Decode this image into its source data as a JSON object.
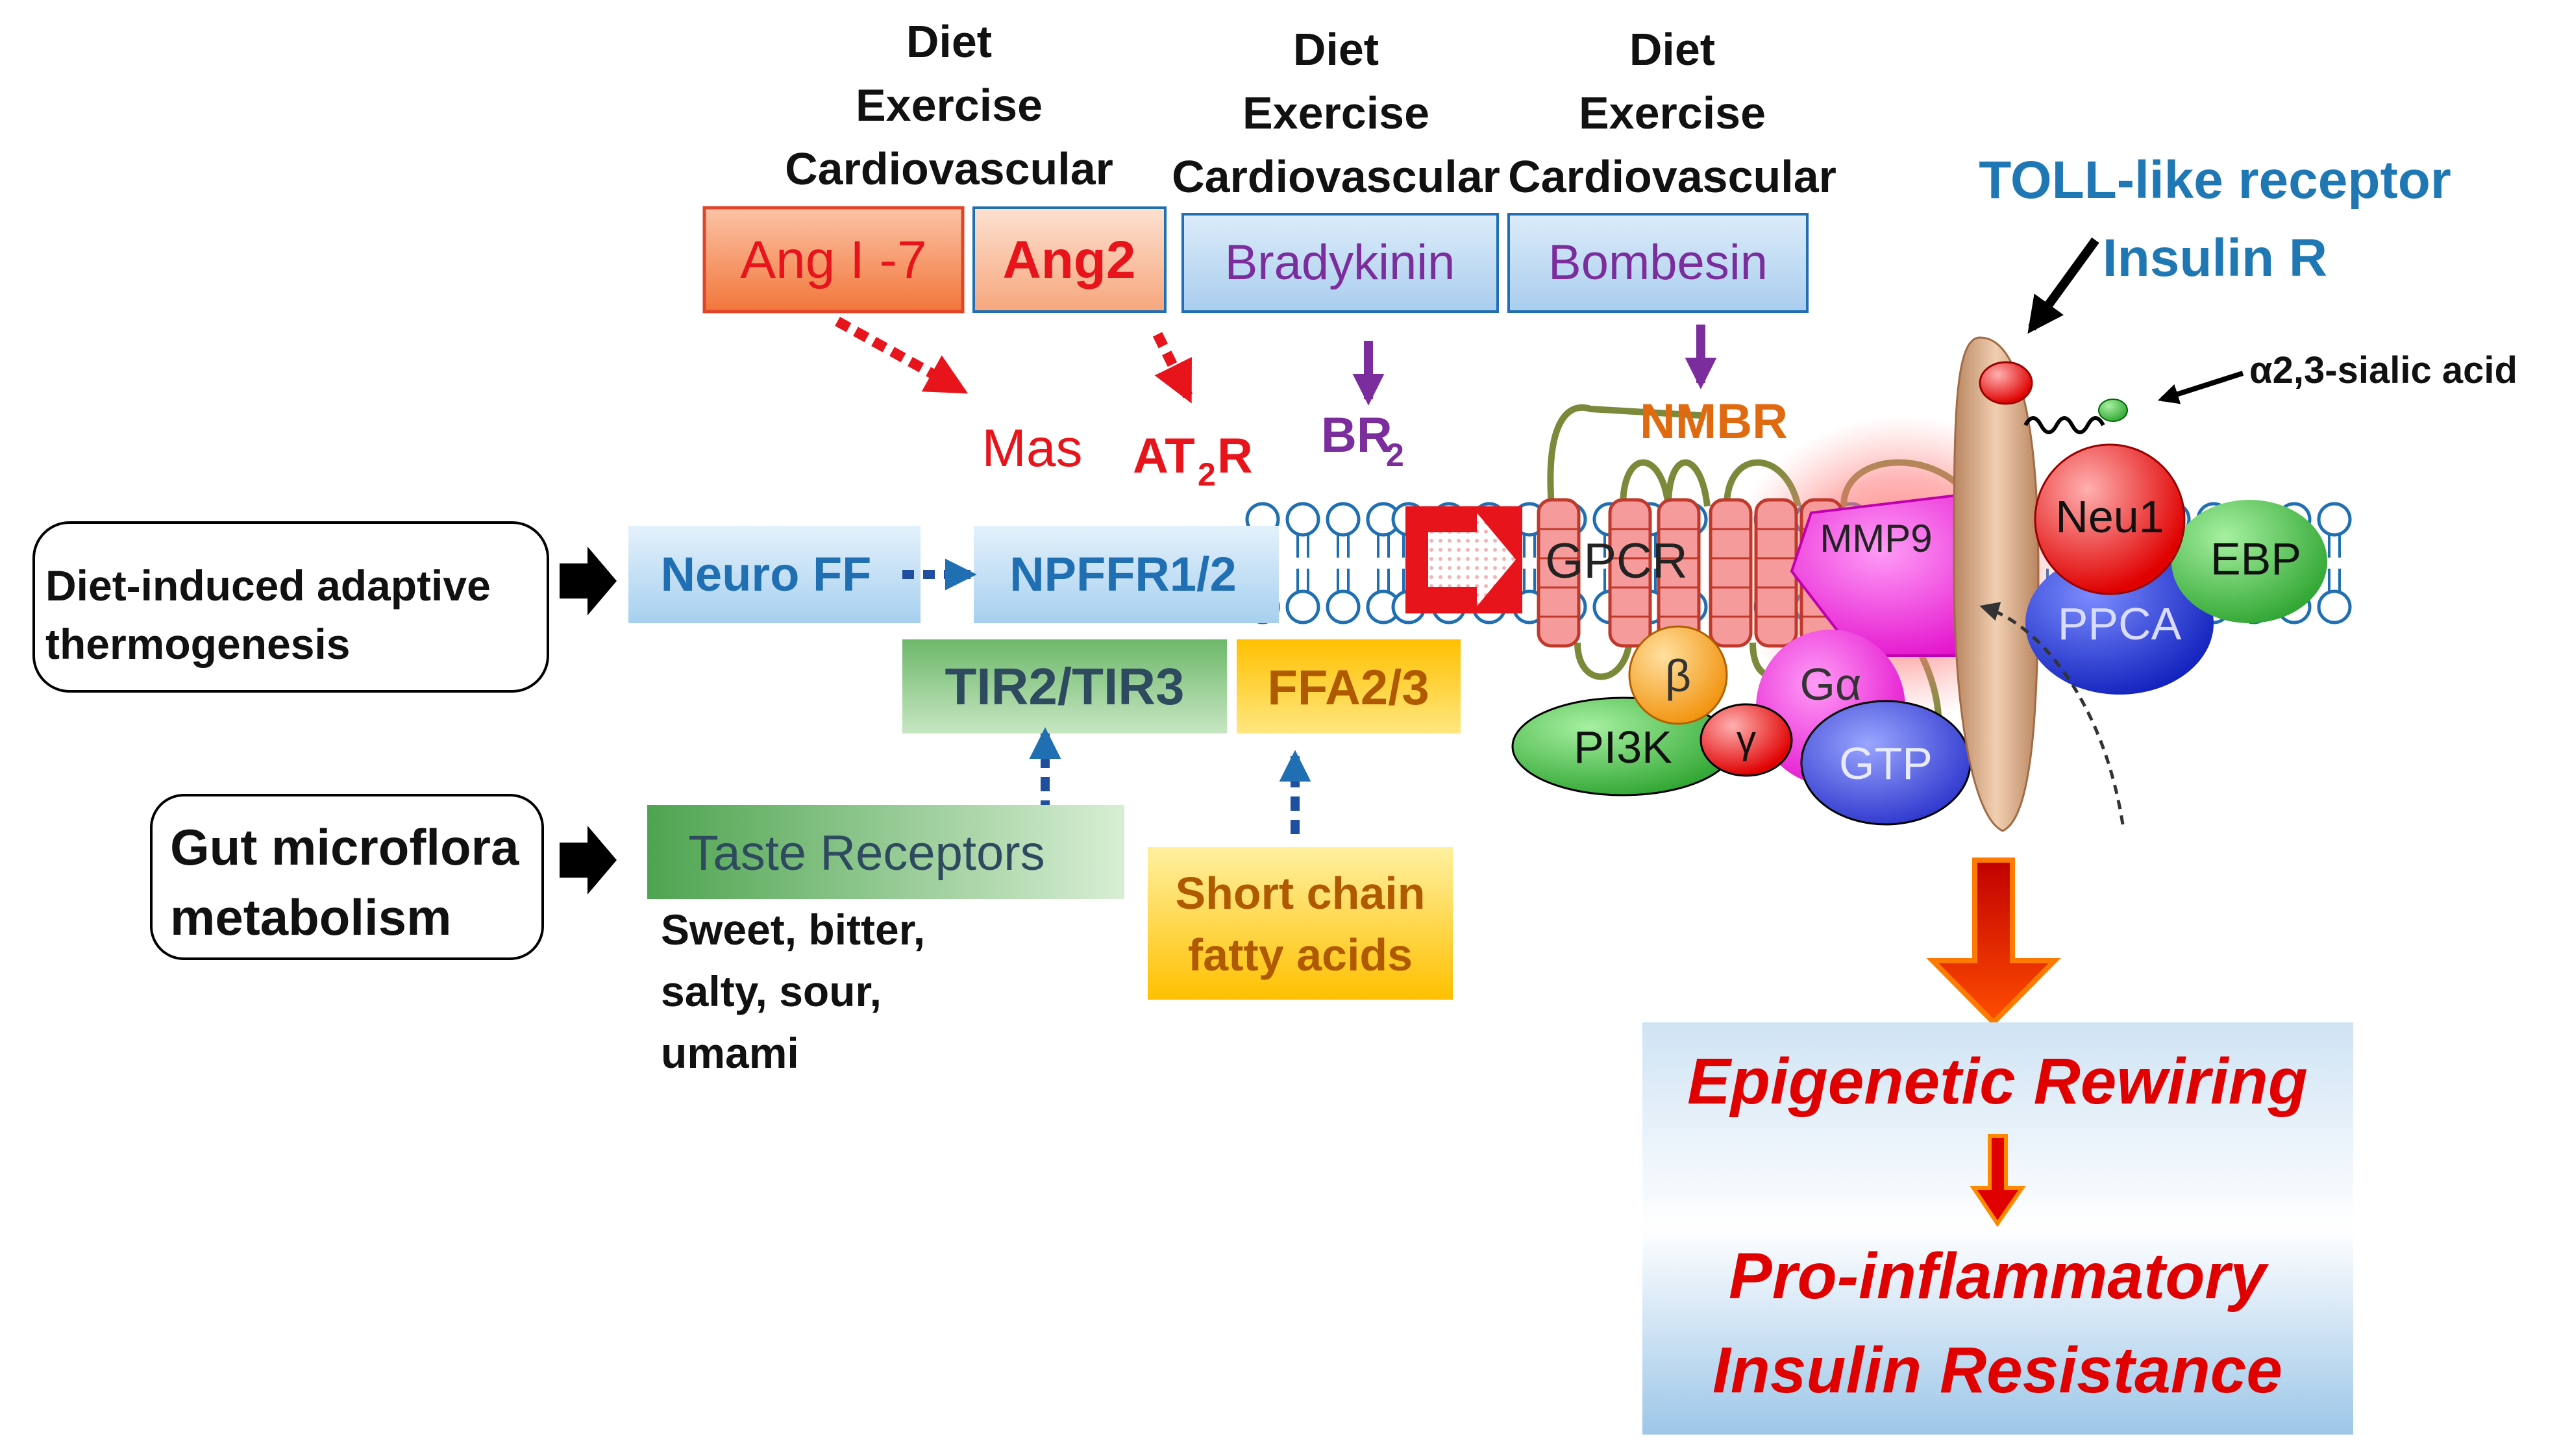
{
  "stimuli": {
    "line1": "Diet",
    "line2": "Exercise",
    "line3": "Cardiovascular"
  },
  "ligands": {
    "ang17": "Ang I -7",
    "ang2": "Ang2",
    "bradykinin": "Bradykinin",
    "bombesin": "Bombesin"
  },
  "receptors": {
    "mas": "Mas",
    "at2r_main": "AT",
    "at2r_sub": "2",
    "at2r_end": "R",
    "br2_main": "BR",
    "br2_sub": "2",
    "nmbr": "NMBR",
    "gpcr": "GPCR",
    "mmp9": "MMP9"
  },
  "toll": {
    "line1": "TOLL-like receptor",
    "line2": "Insulin R"
  },
  "sialic": "α2,3-sialic acid",
  "complex": {
    "neu1": "Neu1",
    "ebp": "EBP",
    "ppca": "PPCA"
  },
  "gprotein": {
    "beta": "β",
    "galpha": "Gα",
    "gamma": "γ",
    "pi3k": "PI3K",
    "gtp": "GTP"
  },
  "left": {
    "thermo_line1": "Diet-induced adaptive",
    "thermo_line2": "thermogenesis",
    "gut_line1": "Gut microflora",
    "gut_line2": "metabolism",
    "neuroff": "Neuro FF",
    "npffr": "NPFFR1/2",
    "tir": "TIR2/TIR3",
    "ffa": "FFA2/3",
    "taste": "Taste Receptors",
    "taste_desc1": "Sweet, bitter,",
    "taste_desc2": "salty, sour,",
    "taste_desc3": "umami",
    "scfa_line1": "Short chain",
    "scfa_line2": "fatty acids"
  },
  "outcome": {
    "line1": "Epigenetic Rewiring",
    "line2": "Pro-inflammatory",
    "line3": "Insulin Resistance"
  },
  "colors": {
    "red": "#e8141b",
    "purple": "#7b2d9e",
    "blue": "#1f6fb2",
    "orange": "#e06a10",
    "dark_red": "#c00000"
  }
}
